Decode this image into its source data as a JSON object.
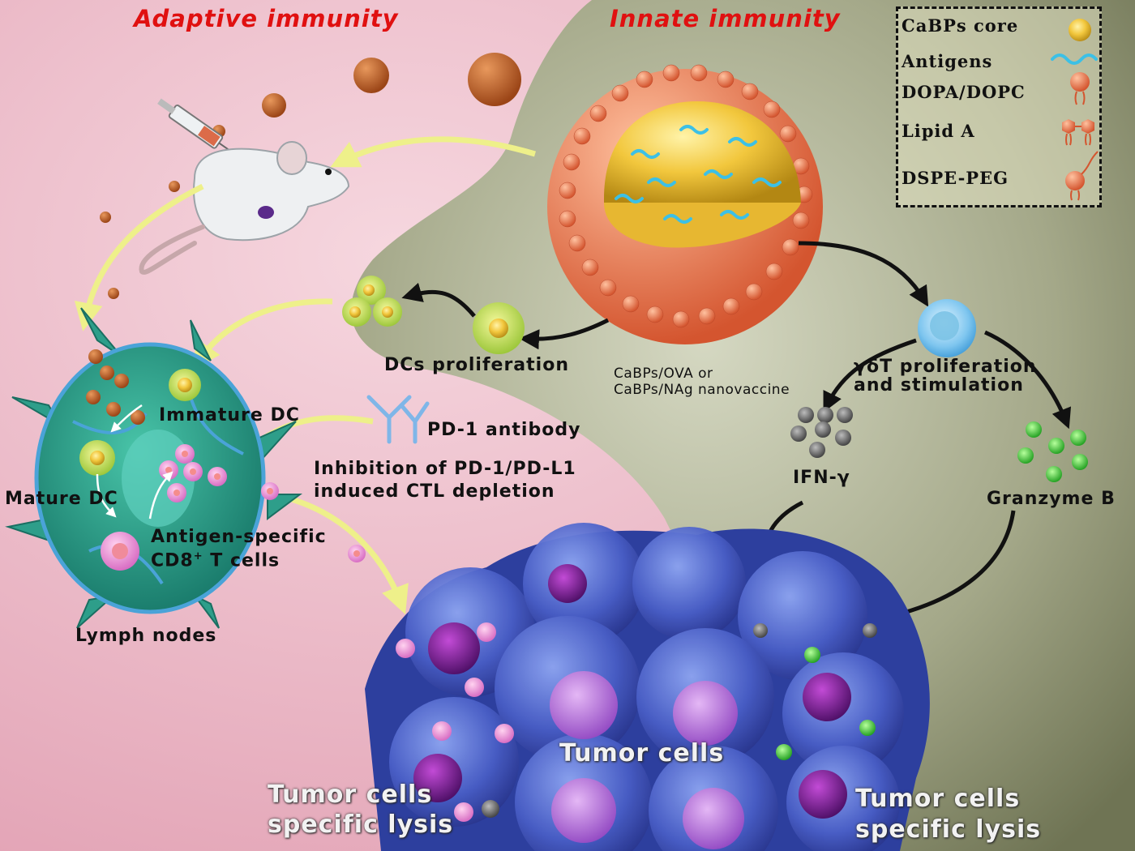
{
  "headings": {
    "adaptive": "Adaptive immunity",
    "innate": "Innate immunity"
  },
  "legend": {
    "items": [
      {
        "label": "CaBPs core",
        "icon": "gold-sphere-icon"
      },
      {
        "label": "Antigens",
        "icon": "blue-wave-icon"
      },
      {
        "label": "DOPA/DOPC",
        "icon": "lipid-icon"
      },
      {
        "label": "Lipid A",
        "icon": "lipid-a-icon"
      },
      {
        "label": "DSPE-PEG",
        "icon": "peg-lipid-icon"
      }
    ]
  },
  "labels": {
    "dcs_proliferation": "DCs proliferation",
    "nanovaccine_line1": "CaBPs/OVA or",
    "nanovaccine_line2": "CaBPs/NAg nanovaccine",
    "gdt_line1": "γδT proliferation",
    "gdt_line2": "and stimulation",
    "ifn": "IFN-γ",
    "granzyme": "Granzyme B",
    "immature_dc": "Immature DC",
    "mature_dc": "Mature DC",
    "pd1_antibody": "PD-1 antibody",
    "inhibition_line1": "Inhibition of PD-1/PD-L1",
    "inhibition_line2": "induced CTL depletion",
    "antigen_specific": "Antigen-specific",
    "cd8_prefix": "CD8",
    "cd8_sup": "+",
    "cd8_suffix": " T cells",
    "lymph_nodes": "Lymph nodes",
    "tumor_cells": "Tumor cells",
    "lysis_left_line1": "Tumor cells",
    "lysis_left_line2": "specific lysis",
    "lysis_right_line1": "Tumor cells",
    "lysis_right_line2": "specific lysis"
  },
  "colors": {
    "adaptive_bg": "#e9b5c4",
    "innate_bg": "#a7ab8c",
    "heading": "#e01010",
    "tumor": "#3b4fb5",
    "lymph_node": "#1f8a78",
    "arrow_yellow": "#eef08a"
  }
}
